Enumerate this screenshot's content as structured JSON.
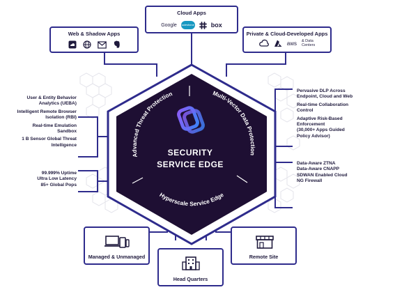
{
  "top_boxes": {
    "cloud_apps": {
      "title": "Cloud Apps",
      "logos": [
        "Google",
        "salesforce",
        "slack-icon",
        "box"
      ]
    },
    "web_shadow_apps": {
      "title": "Web & Shadow Apps",
      "icons": [
        "cloud-icon",
        "globe-icon",
        "mail-icon",
        "evernote-icon"
      ]
    },
    "private_apps": {
      "title": "Private & Cloud-Developed Apps",
      "logos": [
        "gcp-icon",
        "azure-icon",
        "aws",
        "& Data",
        "Centers"
      ]
    }
  },
  "center": {
    "title_line1": "SECURITY",
    "title_line2": "SERVICE EDGE",
    "arc_left": "Advanced Threat Protection",
    "arc_right": "Multi-Vector Data Protection",
    "arc_bottom": "Hyperscale Service Edge"
  },
  "left_lists": {
    "threat": [
      "User & Entity Behavior",
      "Analytics (UEBA)",
      "Intelligent Remote Browser",
      "Isolation (RBI)",
      "Real-time Emulation",
      "Sandbox",
      "1 B Sensor Global Threat",
      "Intelligence"
    ],
    "scale": [
      "99.999% Uptime",
      "Ultra Low Latency",
      "85+ Global Pops"
    ]
  },
  "right_lists": {
    "data": [
      "Pervasive DLP Across",
      "Endpoint, Cloud and Web",
      "Real-time Collaboration",
      "Control",
      "Adaptive Risk-Based",
      "Enforcement",
      "(30,000+ Apps Guided",
      "Policy Advisor)"
    ],
    "zero_trust": [
      "Data-Aware ZTNA",
      "Data-Aware CNAPP",
      "SDWAN Enabled Cloud",
      "NG Firewall"
    ]
  },
  "bottom_boxes": {
    "managed": {
      "label": "Managed & Unmanaged"
    },
    "hq": {
      "label": "Head Quarters"
    },
    "remote": {
      "label": "Remote Site"
    }
  },
  "colors": {
    "navy": "#2e2b8c",
    "hex_fill": "#1e0f33",
    "text": "#1f1a3d",
    "accent_purple": "#8b5cf6",
    "accent_blue": "#3b82f6"
  }
}
